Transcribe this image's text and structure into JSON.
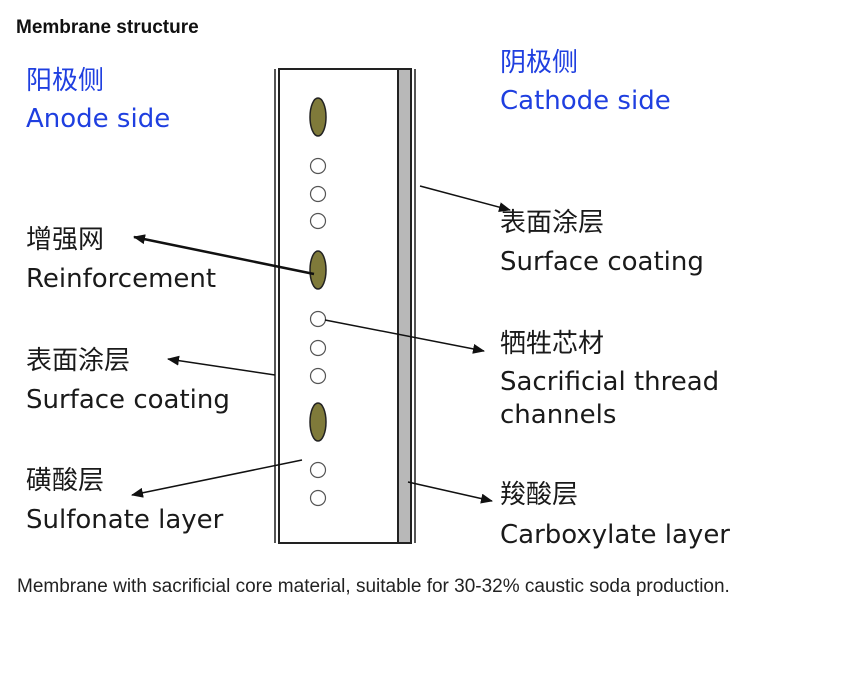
{
  "title": "Membrane structure",
  "anode": {
    "cn": "阳极侧",
    "en": "Anode side"
  },
  "cathode": {
    "cn": "阴极侧",
    "en": "Cathode side"
  },
  "labels": {
    "reinforcement": {
      "cn": "增强网",
      "en": "Reinforcement"
    },
    "surface_left": {
      "cn": "表面涂层",
      "en": "Surface coating"
    },
    "sulfonate": {
      "cn": "磺酸层",
      "en": "Sulfonate layer"
    },
    "surface_right": {
      "cn": "表面涂层",
      "en": "Surface coating"
    },
    "sacrificial": {
      "cn": "牺牲芯材",
      "en1": "Sacrificial thread",
      "en2": "channels"
    },
    "carboxylate": {
      "cn": "羧酸层",
      "en": "Carboxylate layer"
    }
  },
  "caption": "Membrane with sacrificial core material, suitable for 30-32% caustic soda production.",
  "colors": {
    "reinforcement_fill": "#7f7a3a",
    "carboxylate_fill": "#b8b8b8",
    "label_blue": "#1f3fe0"
  }
}
